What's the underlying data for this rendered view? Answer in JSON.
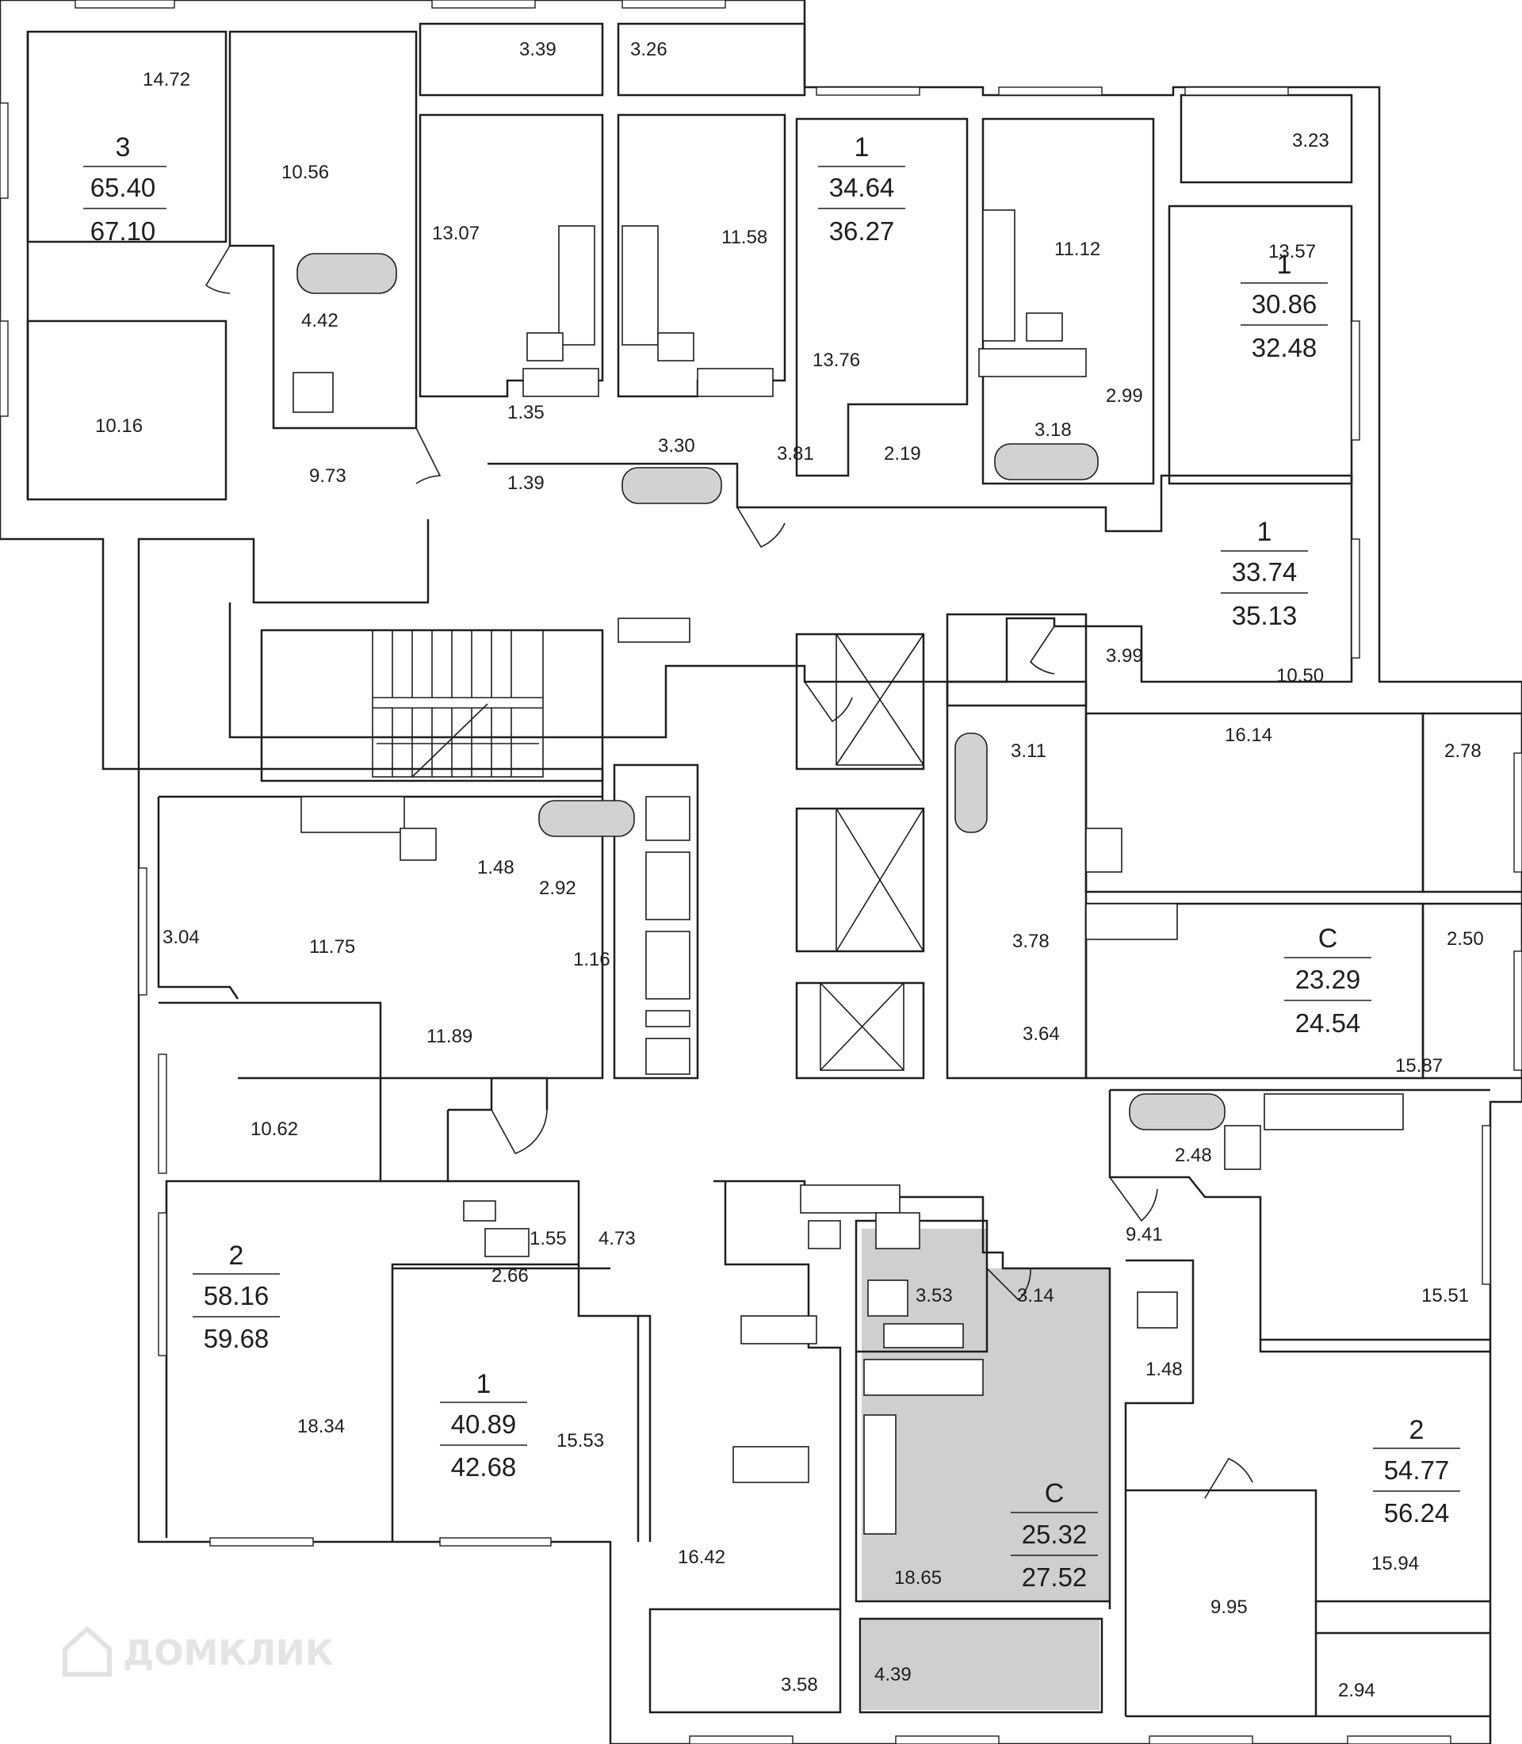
{
  "watermark": {
    "text": "ДОМКЛИК",
    "icon": "house-logo-icon"
  },
  "colors": {
    "highlight": "#cfcfcf",
    "line": "#1e1e1e",
    "background": "#ffffff"
  },
  "apartments": [
    {
      "id": "apt-3-room-nw",
      "rooms": "3",
      "living_area": "65.40",
      "total_area": "67.10"
    },
    {
      "id": "apt-1-room-n",
      "rooms": "1",
      "living_area": "34.64",
      "total_area": "36.27"
    },
    {
      "id": "apt-1-room-ne",
      "rooms": "1",
      "living_area": "30.86",
      "total_area": "32.48"
    },
    {
      "id": "apt-1-room-e",
      "rooms": "1",
      "living_area": "33.74",
      "total_area": "35.13"
    },
    {
      "id": "apt-studio-e",
      "rooms": "С",
      "living_area": "23.29",
      "total_area": "24.54"
    },
    {
      "id": "apt-2-room-w",
      "rooms": "2",
      "living_area": "58.16",
      "total_area": "59.68"
    },
    {
      "id": "apt-1-room-s",
      "rooms": "1",
      "living_area": "40.89",
      "total_area": "42.68"
    },
    {
      "id": "apt-studio-s-highlighted",
      "rooms": "С",
      "living_area": "25.32",
      "total_area": "27.52"
    },
    {
      "id": "apt-2-room-se",
      "rooms": "2",
      "living_area": "54.77",
      "total_area": "56.24"
    }
  ],
  "room_areas": [
    "14.72",
    "10.56",
    "4.42",
    "10.16",
    "9.73",
    "3.39",
    "13.07",
    "1.35",
    "1.39",
    "3.26",
    "11.58",
    "3.30",
    "3.81",
    "13.76",
    "2.19",
    "11.12",
    "3.18",
    "2.99",
    "3.23",
    "13.57",
    "3.99",
    "10.50",
    "3.11",
    "16.14",
    "2.78",
    "3.78",
    "3.64",
    "2.50",
    "15.87",
    "1.48",
    "2.92",
    "11.75",
    "3.04",
    "1.16",
    "11.89",
    "10.62",
    "18.34",
    "1.55",
    "4.73",
    "15.53",
    "2.66",
    "16.42",
    "3.58",
    "3.53",
    "3.14",
    "18.65",
    "4.39",
    "2.48",
    "9.41",
    "15.51",
    "1.48",
    "15.94",
    "9.95",
    "2.94"
  ]
}
